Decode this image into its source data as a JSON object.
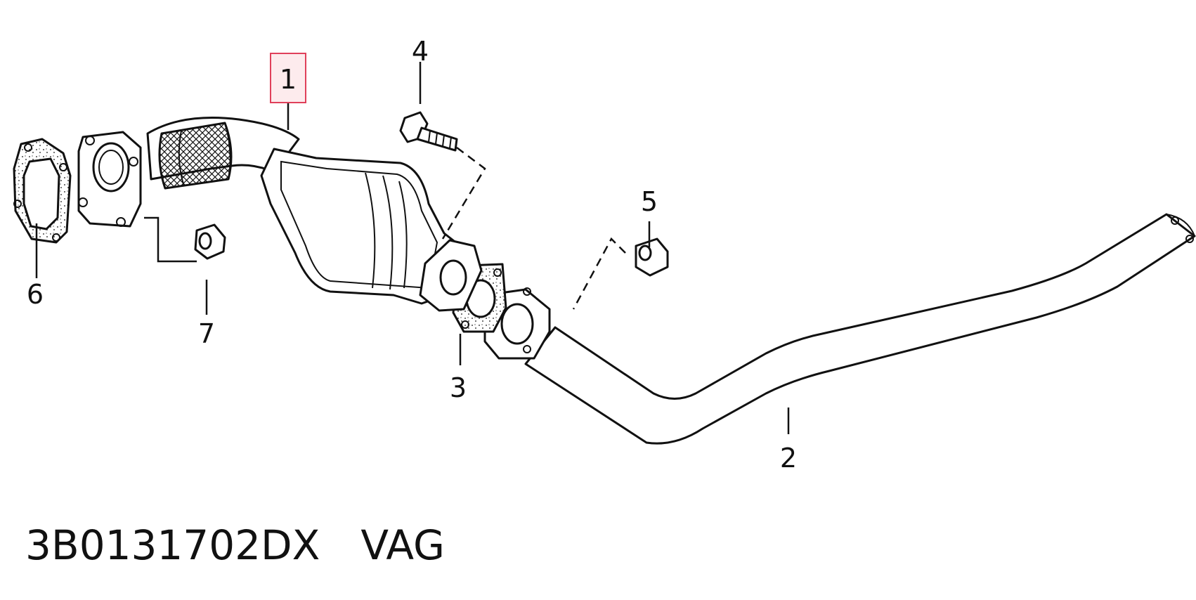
{
  "callouts": {
    "c1": "1",
    "c2": "2",
    "c3": "3",
    "c4": "4",
    "c5": "5",
    "c6": "6",
    "c7": "7"
  },
  "highlight": {
    "callout": "1",
    "color": "#e0405a"
  },
  "caption": {
    "part_number": "3B0131702DX",
    "brand": "VAG"
  },
  "icons": {
    "exhaust_pipe": "exhaust-pipe-icon",
    "catalytic_converter": "catalytic-converter-icon",
    "gasket": "gasket-icon",
    "bolt": "bolt-icon",
    "nut": "nut-icon",
    "flange": "flange-icon"
  }
}
